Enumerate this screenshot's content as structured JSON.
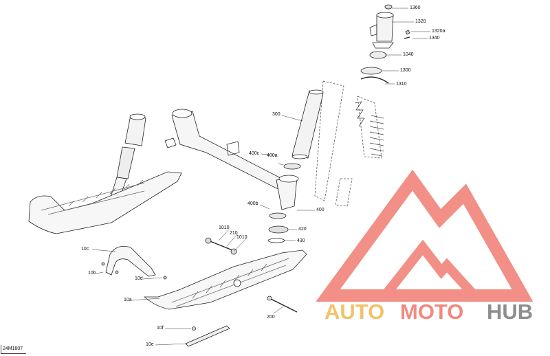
{
  "diagram": {
    "reference": "24M1807",
    "callouts": {
      "c1360": "1360",
      "c1320": "1320",
      "c1320a": "1320a",
      "c1340": "1340",
      "c1040": "1040",
      "c1300": "1300",
      "c1310": "1310",
      "c300": "300",
      "c400c": "400c",
      "c400a": "400a",
      "c400b": "400b",
      "c400": "400",
      "c420": "420",
      "c430": "430",
      "c1010a": "1010",
      "c210": "210",
      "c1010b": "1010",
      "c10c": "10c",
      "c10b": "10b",
      "c10d": "10d",
      "c10a": "10a",
      "c200": "200",
      "c10f": "10f",
      "c10e": "10e"
    }
  },
  "watermark": {
    "word1": "AUTO",
    "word2": "MOTO",
    "word3": "HUB",
    "color1": "#f2c26b",
    "color2": "#f08a80",
    "color3": "#8e8e8e",
    "logo_color": "#f07c72"
  }
}
